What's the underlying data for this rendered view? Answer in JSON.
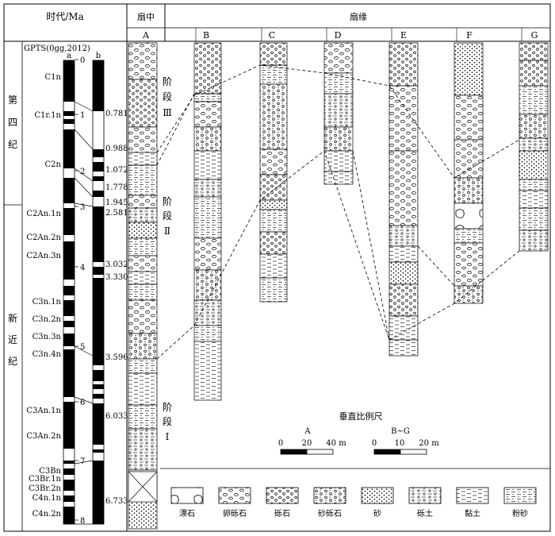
{
  "header": {
    "era_title": "时代/Ma",
    "fan_center": "扇中",
    "fan_edge": "扇缘",
    "columns": [
      "A",
      "B",
      "C",
      "D",
      "E",
      "F",
      "G"
    ]
  },
  "gpts": {
    "title": "GPTS(0gg,2012)",
    "col_a": "a",
    "col_b": "b",
    "periods": [
      {
        "label": "第四纪",
        "chars": [
          "第",
          "四",
          "纪"
        ]
      },
      {
        "label": "新近纪",
        "chars": [
          "新",
          "近",
          "纪"
        ]
      }
    ],
    "chrons": [
      "C1n",
      "C1r.1n",
      "C2n",
      "C2An.1n",
      "C2An.2n",
      "C2An.3n",
      "C3n.1n",
      "C3n.2n",
      "C3n.3n",
      "C3n.4n",
      "C3An.1n",
      "C3An.2n",
      "C3Bn",
      "C3Br.1n",
      "C3Br.2n",
      "C4n.1n",
      "C4n.2n"
    ],
    "ages_ma": [
      0,
      1,
      2,
      3,
      4,
      5,
      6,
      7,
      8
    ],
    "ages_labels": [
      "0",
      "1",
      "2",
      "3",
      "4",
      "5",
      "6",
      "7",
      "8"
    ],
    "boundary_ages": [
      "0.781",
      "0.988",
      "1.072",
      "1.778",
      "1.945",
      "2.581",
      "3.032",
      "3.330",
      "3.596",
      "6.033",
      "6.733"
    ]
  },
  "stages": [
    {
      "name": "阶段Ⅲ",
      "chars": [
        "阶",
        "段",
        "Ⅲ"
      ]
    },
    {
      "name": "阶段Ⅱ",
      "chars": [
        "阶",
        "段",
        "Ⅱ"
      ]
    },
    {
      "name": "阶段Ⅰ",
      "chars": [
        "阶",
        "段",
        "Ⅰ"
      ]
    }
  ],
  "scale": {
    "title": "垂直比例尺",
    "a": {
      "name": "A",
      "ticks": [
        "0",
        "20",
        "40 m"
      ]
    },
    "bg": {
      "name": "B~G",
      "ticks": [
        "0",
        "10",
        "20 m"
      ]
    }
  },
  "legend": [
    {
      "pattern": "boulder",
      "label": "漂石"
    },
    {
      "pattern": "pebble",
      "label": "卵砾石"
    },
    {
      "pattern": "gravel",
      "label": "砾石"
    },
    {
      "pattern": "sandygravel",
      "label": "砂砾石"
    },
    {
      "pattern": "sand",
      "label": "砂"
    },
    {
      "pattern": "gravelsoil",
      "label": "砾土"
    },
    {
      "pattern": "clay",
      "label": "黏土"
    },
    {
      "pattern": "silt",
      "label": "粉砂"
    }
  ]
}
